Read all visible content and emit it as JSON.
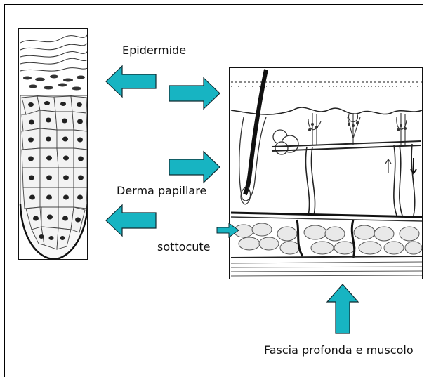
{
  "labels": {
    "epidermide": "Epidermide",
    "derma_papillare": "Derma papillare",
    "sottocute": "sottocute",
    "fascia": "Fascia profonda e muscolo"
  },
  "colors": {
    "arrow_fill": "#17b4c2",
    "arrow_stroke": "#0f2a30",
    "ink": "#222222",
    "fat": "#e9e9e9"
  }
}
